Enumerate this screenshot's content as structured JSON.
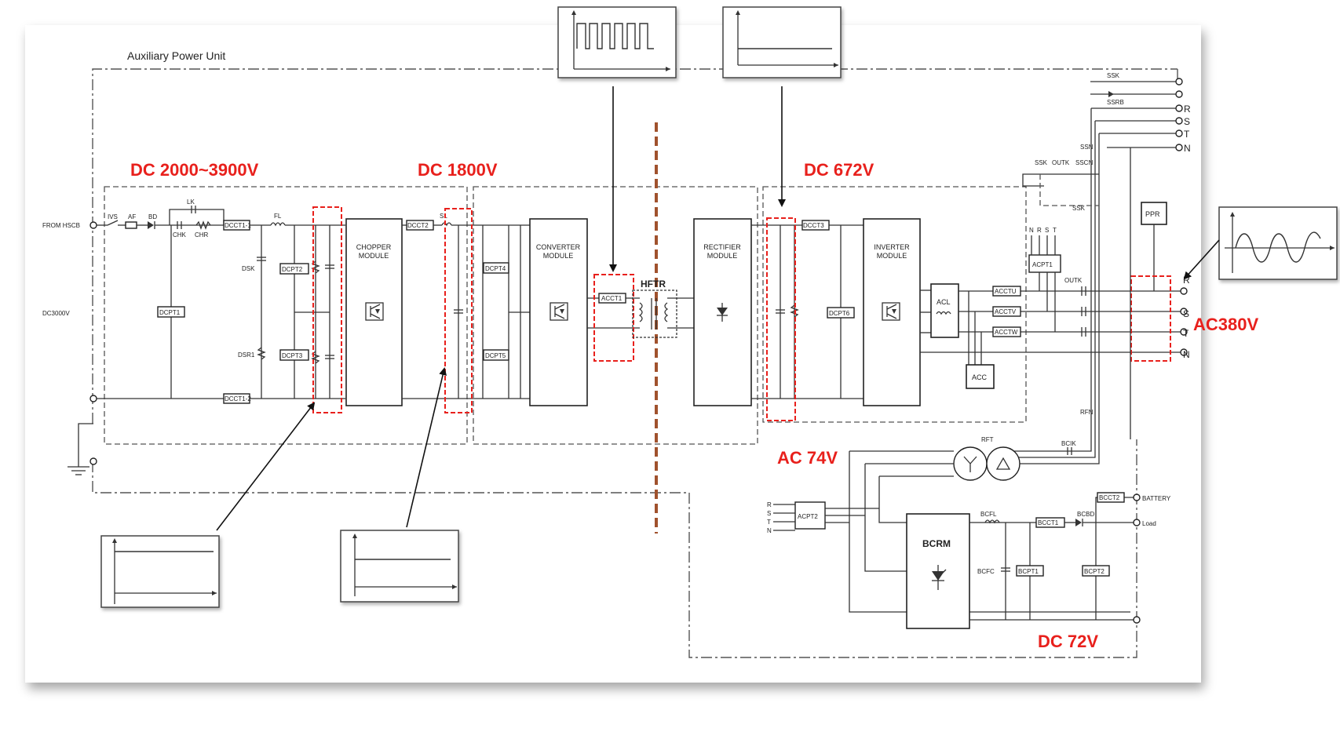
{
  "diagram": {
    "title": "Auxiliary Power Unit",
    "voltages": {
      "input_range": "DC 2000~3900V",
      "link": "DC 1800V",
      "secondary": "DC 672V",
      "output_ac": "AC380V",
      "transformer_ac": "AC 74V",
      "battery_dc": "DC 72V"
    },
    "input": {
      "source": "FROM HSCB",
      "nominal": "DC3000V"
    },
    "modules": {
      "chopper": [
        "CHOPPER",
        "MODULE"
      ],
      "converter": [
        "CONVERTER",
        "MODULE"
      ],
      "rectifier": [
        "RECTIFIER",
        "MODULE"
      ],
      "inverter": [
        "INVERTER",
        "MODULE"
      ],
      "bcrm": "BCRM",
      "hftr": "HFTR",
      "ppr": "PPR",
      "acl": "ACL",
      "acc": "ACC",
      "acpt1": "ACPT1",
      "acpt2": "ACPT2",
      "rft": "RFT"
    },
    "components": {
      "ivs": "IVS",
      "af": "AF",
      "bd": "BD",
      "lk": "LK",
      "chk": "CHK",
      "chr": "CHR",
      "dcct1_1": "DCCT1-1",
      "dcct1_2": "DCCT1-2",
      "fl": "FL",
      "dsk": "DSK",
      "dsr1": "DSR1",
      "dcpt1": "DCPT1",
      "dcpt2": "DCPT2",
      "dcpt3": "DCPT3",
      "dcct2": "DCCT2",
      "sl": "SL",
      "dcpt4": "DCPT4",
      "dcpt5": "DCPT5",
      "acct1": "ACCT1",
      "dcct3": "DCCT3",
      "dcpt6": "DCPT6",
      "acctu": "ACCTU",
      "acctv": "ACCTV",
      "acctw": "ACCTW",
      "outk": "OUTK",
      "ssk": "SSK",
      "ssn": "SSN",
      "sscn": "SSCN",
      "ssrb": "SSRB",
      "rfn": "RFN",
      "bcik": "BCIK",
      "bcfl": "BCFL",
      "bcct1": "BCCT1",
      "bcbd": "BCBD",
      "bcct2": "BCCT2",
      "bcfc": "BCFC",
      "bcpt1": "BCPT1",
      "bcpt2": "BCPT2"
    },
    "terminals": {
      "top": [
        "R",
        "S",
        "T",
        "N"
      ],
      "ac_out": [
        "R",
        "S",
        "T",
        "N"
      ],
      "acpt1_in": [
        "N",
        "R",
        "S",
        "T"
      ],
      "acpt2_in": [
        "R",
        "S",
        "T",
        "N"
      ],
      "battery": "BATTERY",
      "load": "Load"
    },
    "waveforms": [
      "square-wave",
      "dc-level",
      "sine-wave",
      "dc-level",
      "dc-level"
    ],
    "colors": {
      "highlight": "#e8201c",
      "isolation_line": "#a0522d"
    }
  }
}
